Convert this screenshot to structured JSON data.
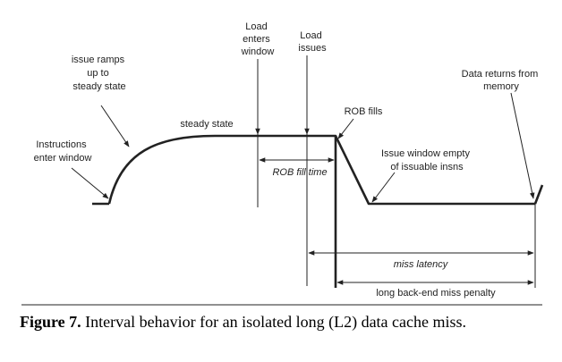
{
  "labels": {
    "instructions_enter": [
      "Instructions",
      "enter window"
    ],
    "issue_ramps": [
      "issue ramps",
      "up to",
      "steady state"
    ],
    "steady_state": "steady state",
    "load_enters": [
      "Load",
      "enters",
      "window"
    ],
    "load_issues": [
      "Load",
      "issues"
    ],
    "rob_fills": "ROB fills",
    "data_returns": [
      "Data returns from",
      "memory"
    ],
    "issue_window_empty": [
      "Issue window empty",
      "of issuable insns"
    ],
    "rob_fill_time": "ROB fill time",
    "miss_latency": "miss latency",
    "penalty": "long back-end miss penalty"
  },
  "caption": {
    "figure_label": "Figure 7.",
    "text": "Interval behavior for an isolated long (L2) data cache miss."
  }
}
